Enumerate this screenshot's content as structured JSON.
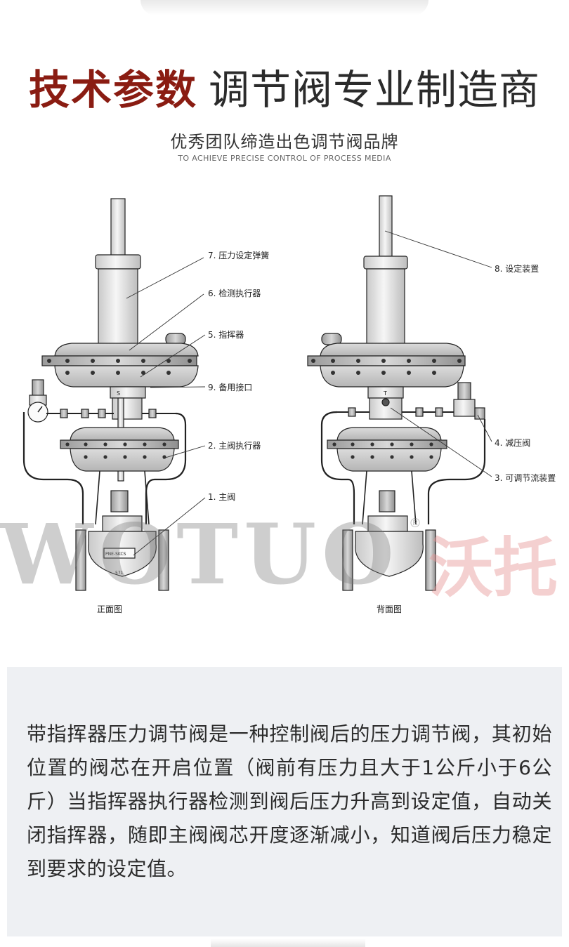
{
  "header": {
    "title_bold": "技术参数",
    "title_rest": "调节阀专业制造商",
    "subtitle": "优秀团队缔造出色调节阀品牌",
    "subtitle_en": "TO ACHIEVE PRECISE CONTROL OF PROCESS MEDIA"
  },
  "diagram": {
    "front": {
      "caption": "正面图",
      "top_port_letter": "S",
      "nameplate": "PNE-SKCS",
      "nameplate_sub": "571",
      "labels": {
        "spring": "7. 压力设定弹簧",
        "detector": "6. 检测执行器",
        "pilot": "5. 指挥器",
        "spare_port": "9. 备用接口",
        "main_actuator": "2. 主阀执行器",
        "main_valve": "1. 主阀"
      }
    },
    "back": {
      "caption": "背面图",
      "top_port_letter": "T",
      "labels": {
        "setting_device": "8. 设定装置",
        "reducing_valve": "4. 减压阀",
        "flow_adjuster": "3. 可调节流装置"
      }
    }
  },
  "watermark": {
    "latin": "WOTUO",
    "registered": "®",
    "chinese": "沃托"
  },
  "description": "带指挥器压力调节阀是一种控制阀后的压力调节阀，其初始位置的阀芯在开启位置（阀前有压力且大于1公斤小于6公斤）当指挥器执行器检测到阀后压力升高到设定值，自动关闭指挥器，随即主阀阀芯开度逐渐减小，知道阀后压力稳定到要求的设定值。"
}
